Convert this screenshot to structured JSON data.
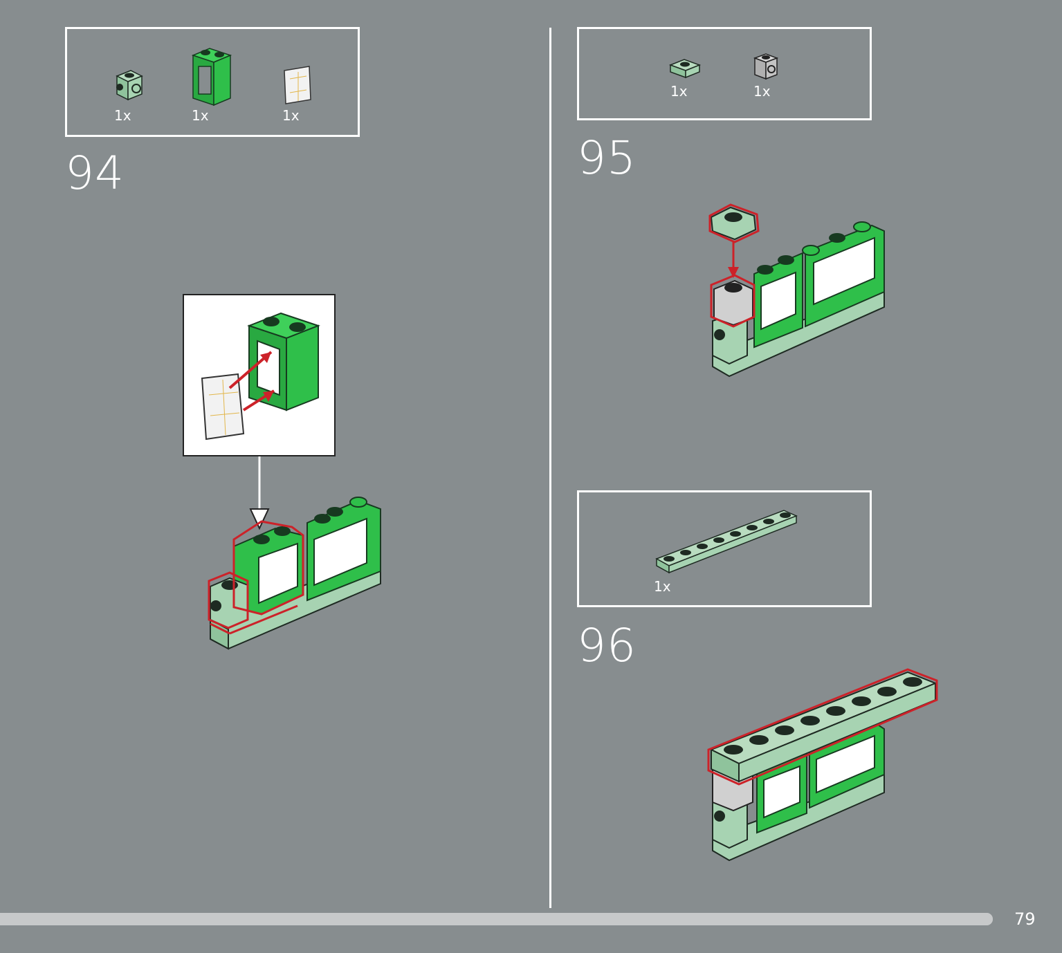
{
  "page": {
    "number": "79",
    "progress_fraction": 1.0
  },
  "steps": [
    {
      "number": "94",
      "parts": [
        {
          "name": "brick-1x1-studs-sides-sand-green",
          "qty": "1x"
        },
        {
          "name": "window-frame-1x2x2-green",
          "qty": "1x"
        },
        {
          "name": "window-glass-trans-clear",
          "qty": "1x"
        }
      ]
    },
    {
      "number": "95",
      "parts": [
        {
          "name": "plate-1x1-sand-green",
          "qty": "1x"
        },
        {
          "name": "brick-1x1-stud-side-light-gray",
          "qty": "1x"
        }
      ]
    },
    {
      "number": "96",
      "parts": [
        {
          "name": "plate-1x8-sand-green",
          "qty": "1x"
        }
      ]
    }
  ],
  "colors": {
    "background": "#878d8f",
    "green": "#2fbf4a",
    "sand_green": "#a7d3b2",
    "highlight": "#cc2229",
    "arrow": "#cc2229"
  }
}
